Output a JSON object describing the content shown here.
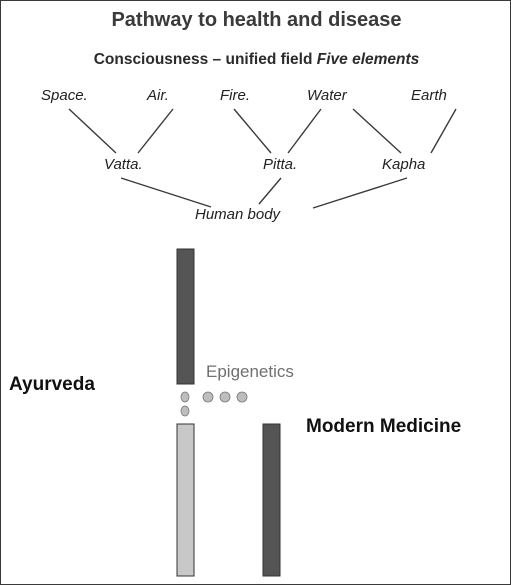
{
  "title": "Pathway to health and disease",
  "subtitle_bold": "Consciousness – unified field",
  "subtitle_italic": "Five elements",
  "elements": [
    "Space.",
    "Air.",
    "Fire.",
    "Water",
    "Earth"
  ],
  "doshas": [
    "Vatta.",
    "Pitta.",
    "Kapha"
  ],
  "human_body": "Human body",
  "epigenetics": "Epigenetics",
  "left_label": "Ayurveda",
  "right_label": "Modern Medicine",
  "colors": {
    "dark_bar": "#555555",
    "light_bar": "#c8c8c8",
    "dot": "#bdbdbd",
    "line": "#3a3a3a"
  }
}
